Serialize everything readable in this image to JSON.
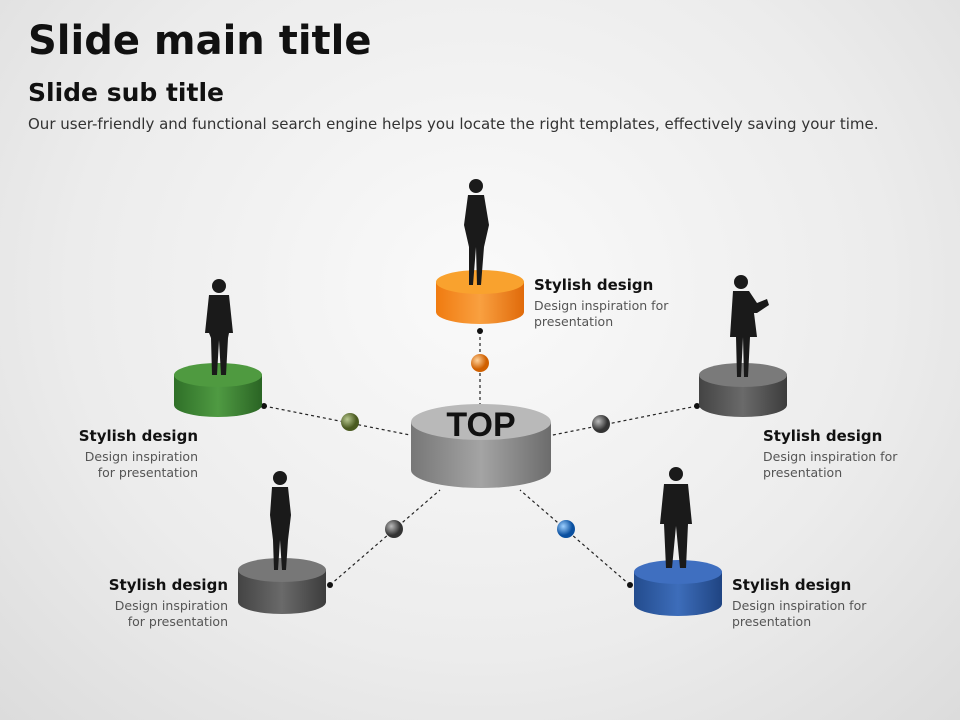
{
  "title": "Slide main title",
  "subtitle": "Slide sub title",
  "description": "Our user-friendly and functional search engine helps you locate the right templates, effectively saving your time.",
  "center_label": "TOP",
  "items": [
    {
      "heading": "Stylish design",
      "text": "Design inspiration for presentation",
      "color": "#f28a1a"
    },
    {
      "heading": "Stylish design",
      "text": "Design inspiration for presentation",
      "color": "#3f8a35"
    },
    {
      "heading": "Stylish design",
      "text": "Design inspiration for presentation",
      "color": "#5a5a5a"
    },
    {
      "heading": "Stylish design",
      "text": "Design inspiration for presentation",
      "color": "#555555"
    },
    {
      "heading": "Stylish design",
      "text": "Design inspiration for presentation",
      "color": "#2f5ea8"
    }
  ]
}
